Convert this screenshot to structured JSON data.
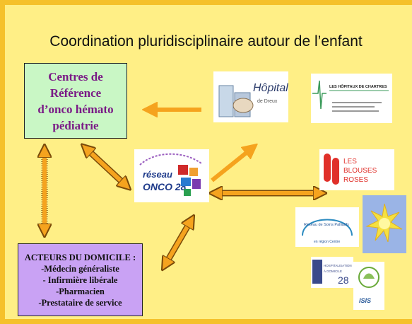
{
  "title": "Coordination pluridisciplinaire autour de l’enfant",
  "centres_reference": {
    "lines": [
      "Centres de",
      "Référence",
      "d’onco hémato",
      "pédiatrie"
    ]
  },
  "acteurs_domicile": {
    "heading": "ACTEURS DU DOMICILE :",
    "items": [
      "-Médecin généraliste",
      "- Infirmière libérale",
      "-Pharmacien",
      "-Prestataire de service"
    ]
  },
  "logos": {
    "reseau_onco": {
      "top": "réseau",
      "bottom": "ONCO 28"
    },
    "hopital_dreux": {
      "name": "Hôpital",
      "sub": "de Dreux"
    },
    "hopitaux_chartres": {
      "name": "LES HÔPITAUX DE CHARTRES"
    },
    "blouses_roses": {
      "line1": "LES",
      "line2": "BLOUSES",
      "line3": "ROSES"
    },
    "soins_palliatifs": {
      "text": "Réseau de Soins Palliatifs",
      "sub": "en région Centre"
    },
    "hospitalisation_domicile": {
      "line1": "HOSPITALISATION",
      "line2": "À DOMICILE",
      "num": "28"
    },
    "isis": {
      "text": "ISIS"
    }
  },
  "colors": {
    "background": "#FFEF86",
    "band": "#F5C12B",
    "arrow_fill": "#F5A31E",
    "arrow_stroke": "#7A4A0A",
    "centre_box": "#C9F7C5",
    "centre_text": "#7A1A86",
    "domicile_box": "#C9A2F4"
  }
}
